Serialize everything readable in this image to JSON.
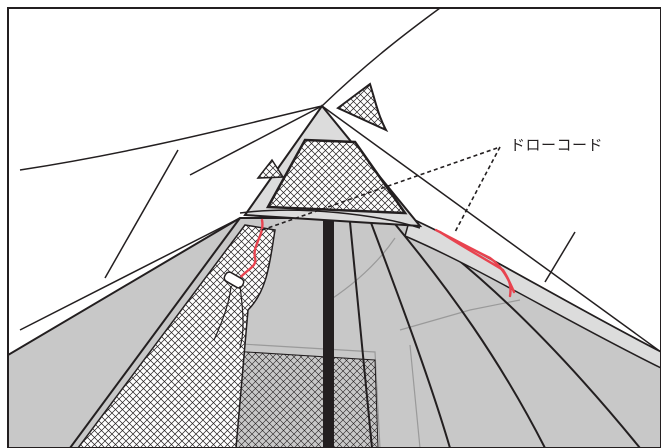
{
  "diagram": {
    "callout_label": "ドローコード",
    "colors": {
      "outline": "#231f20",
      "tent_shade": "#c8c8c8",
      "peak_plate": "#dcdcdc",
      "cord": "#e8434f",
      "mesh": "#231f20",
      "background": "#ffffff"
    },
    "parts": [
      "outer-fly",
      "inner-tent",
      "peak-vent",
      "center-pole",
      "draw-cord",
      "mesh-door"
    ]
  }
}
